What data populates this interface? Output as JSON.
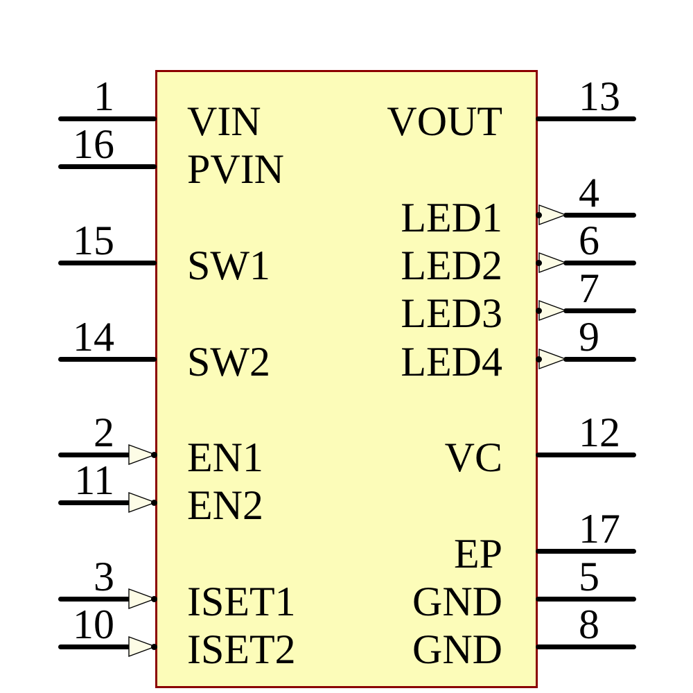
{
  "symbol": {
    "body_fill": "#FCFCB9",
    "body_border_color": "#8B0000",
    "pin_line_color": "#000000",
    "text_color": "#000000",
    "arrow_fill": "#FDFCE6",
    "arrow_stroke": "#000000",
    "pins_left": [
      {
        "number": "1",
        "label": "VIN",
        "row": 0,
        "arrow": false
      },
      {
        "number": "16",
        "label": "PVIN",
        "row": 1,
        "arrow": false
      },
      {
        "number": "15",
        "label": "SW1",
        "row": 3,
        "arrow": false
      },
      {
        "number": "14",
        "label": "SW2",
        "row": 5,
        "arrow": false
      },
      {
        "number": "2",
        "label": "EN1",
        "row": 7,
        "arrow": true
      },
      {
        "number": "11",
        "label": "EN2",
        "row": 8,
        "arrow": true
      },
      {
        "number": "3",
        "label": "ISET1",
        "row": 10,
        "arrow": true
      },
      {
        "number": "10",
        "label": "ISET2",
        "row": 11,
        "arrow": true
      }
    ],
    "pins_right": [
      {
        "number": "13",
        "label": "VOUT",
        "row": 0,
        "arrow": false
      },
      {
        "number": "4",
        "label": "LED1",
        "row": 2,
        "arrow": true
      },
      {
        "number": "6",
        "label": "LED2",
        "row": 3,
        "arrow": true
      },
      {
        "number": "7",
        "label": "LED3",
        "row": 4,
        "arrow": true
      },
      {
        "number": "9",
        "label": "LED4",
        "row": 5,
        "arrow": true
      },
      {
        "number": "12",
        "label": "VC",
        "row": 7,
        "arrow": false
      },
      {
        "number": "17",
        "label": "EP",
        "row": 9,
        "arrow": false
      },
      {
        "number": "5",
        "label": "GND",
        "row": 10,
        "arrow": false
      },
      {
        "number": "8",
        "label": "GND",
        "row": 11,
        "arrow": false
      }
    ]
  }
}
